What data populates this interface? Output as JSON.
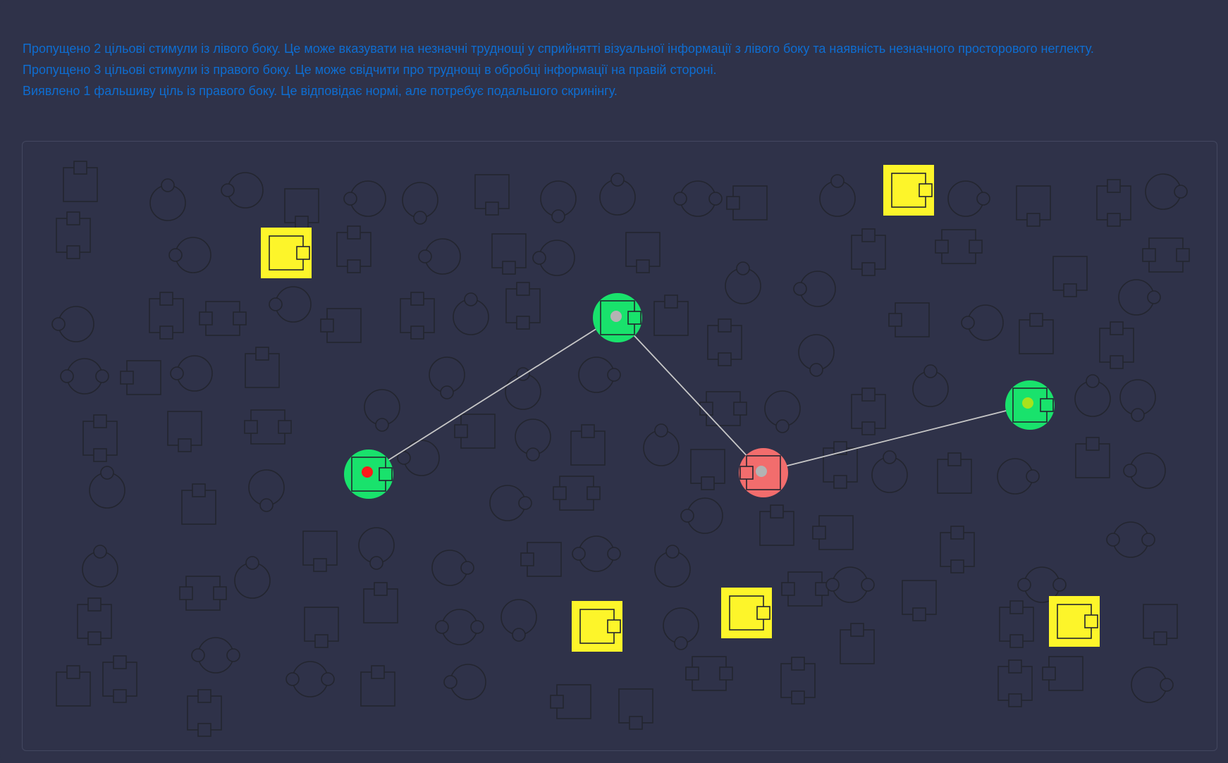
{
  "report": {
    "lines": [
      "Пропущено 2 цільові стимули із лівого боку. Це може вказувати на незначні труднощі у сприйнятті візуальної інформації з лівого боку та наявність незначного просторового неглекту.",
      "Пропущено 3 цільові стимули із правого боку. Це може свідчити про труднощі в обробці інформації на правій стороні.",
      "Виявлено 1 фальшиву ціль із правого боку. Це відповідає нормі, але потребує подальшого скринінгу."
    ]
  },
  "colors": {
    "background": "#2f3249",
    "report_text": "#0e6dd1",
    "distractor_stroke": "#23252f",
    "found_target": "#19e26c",
    "false_target": "#f26d6d",
    "missed_target": "#fdf52a",
    "path_line": "#c7c7c7",
    "start_marker": "#ff1a1a",
    "end_marker": "#a8e21c",
    "visit_marker": "#b3b3b3"
  },
  "legend_icons": {
    "found": "green-circle-highlight",
    "false": "red-circle-highlight",
    "missed": "yellow-square-highlight"
  }
}
